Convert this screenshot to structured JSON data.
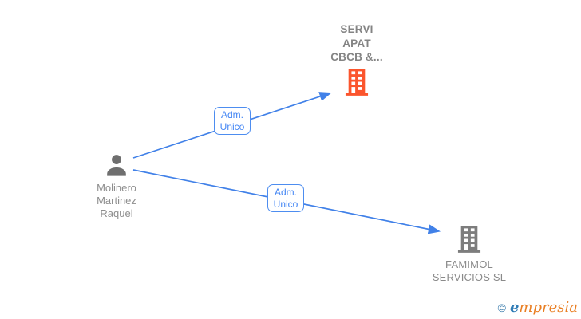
{
  "diagram": {
    "nodes": {
      "company_top": {
        "name": "SERVI\nAPAT\nCBCB &...",
        "icon": "building-icon",
        "highlighted": true
      },
      "person": {
        "name": "Molinero\nMartinez\nRaquel",
        "icon": "person-icon"
      },
      "company_bottom": {
        "name": "FAMIMOL\nSERVICIOS SL",
        "icon": "building-icon"
      }
    },
    "edges": [
      {
        "label": "Adm.\nUnico",
        "from": "Molinero Martinez Raquel",
        "to": "SERVI APAT CBCB &..."
      },
      {
        "label": "Adm.\nUnico",
        "from": "Molinero Martinez Raquel",
        "to": "FAMIMOL SERVICIOS SL"
      }
    ]
  },
  "colors": {
    "edge_blue": "#4181e8",
    "edge_label_blue": "#4285f4",
    "building_highlight_orange": "#fb552d",
    "icon_gray": "#6f6f6f",
    "building_gray": "#7d7d7d",
    "person_text_gray": "#8e8e8e",
    "company_text_gray": "#848484",
    "logo_blue": "#2f7cb6",
    "logo_orange": "#e97e22"
  },
  "watermark": {
    "copyright": "©",
    "brand_initial": "e",
    "brand_rest": "mpresia"
  }
}
